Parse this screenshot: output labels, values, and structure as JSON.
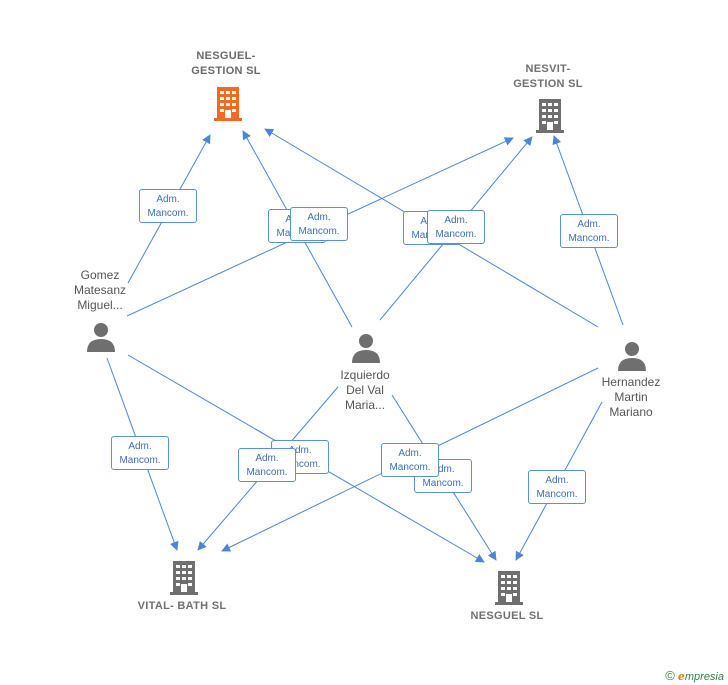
{
  "colors": {
    "edge": "#4a86d4",
    "main_company": "#f26a21",
    "company": "#6f6f6f",
    "person": "#6f6f6f"
  },
  "nodes": {
    "nesguel_gestion": {
      "label_line1": "NESGUEL-",
      "label_line2": "GESTION  SL",
      "icon": "building-icon"
    },
    "nesvit_gestion": {
      "label_line1": "NESVIT-",
      "label_line2": "GESTION  SL",
      "icon": "building-icon"
    },
    "vital_bath": {
      "label": "VITAL- BATH SL",
      "icon": "building-icon"
    },
    "nesguel": {
      "label": "NESGUEL SL",
      "icon": "building-icon"
    },
    "gomez": {
      "line1": "Gomez",
      "line2": "Matesanz",
      "line3": "Miguel...",
      "icon": "person-icon"
    },
    "izquierdo": {
      "line1": "Izquierdo",
      "line2": "Del Val",
      "line3": "Maria...",
      "icon": "person-icon"
    },
    "hernandez": {
      "line1": "Hernandez",
      "line2": "Martin",
      "line3": "Mariano",
      "icon": "person-icon"
    }
  },
  "edge_label": {
    "line1": "Adm.",
    "line2": "Mancom."
  },
  "footer": {
    "copyright": "©",
    "brand_first": "e",
    "brand_rest": "mpresia"
  }
}
